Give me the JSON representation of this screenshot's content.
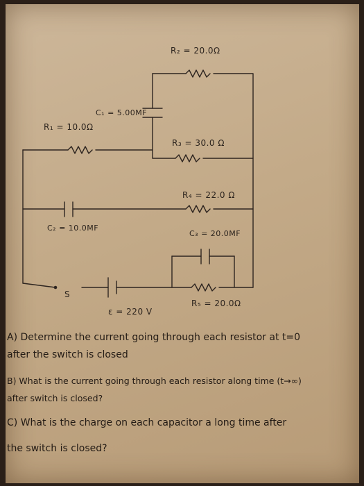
{
  "labels": {
    "r2": "R₂ = 20.0Ω",
    "c1": "C₁ = 5.00MF",
    "r1": "R₁ = 10.0Ω",
    "r3": "R₃ = 30.0 Ω",
    "r4": "R₄ = 22.0 Ω",
    "c2": "C₂ = 10.0MF",
    "c3": "C₃ = 20.0MF",
    "switch": "S",
    "r5": "R₅ = 20.0Ω",
    "emf": "ε = 220 V"
  },
  "questions": {
    "a_line1": "A) Determine the current going through each resistor at t=0",
    "a_line2": "after the switch is closed",
    "b_line1": "B) What is the current going through each resistor along time (t→∞)",
    "b_line2": "after switch is closed?",
    "c_line1": "C) What is the charge on each capacitor a long time after",
    "c_line2": "the switch is closed?"
  },
  "colors": {
    "paper": "#c6ad8c",
    "ink": "#2b231d"
  }
}
